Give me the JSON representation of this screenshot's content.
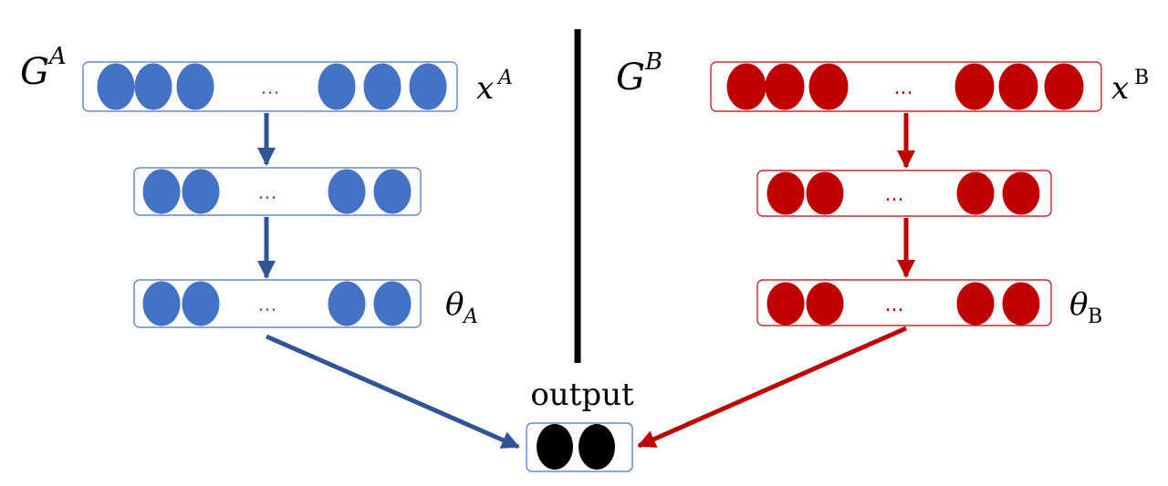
{
  "graph_a": {
    "label": "G",
    "label_sup": "A",
    "input_label": "x",
    "input_sup": "A",
    "param_label": "θ",
    "param_sub": "A",
    "ellipsis": "...",
    "color": "#4472c4",
    "arrow_color": "#2f5597"
  },
  "graph_b": {
    "label": "G",
    "label_sup": "B",
    "input_label": "x",
    "input_sup": "B",
    "param_label": "θ",
    "param_sub": "B",
    "ellipsis": "...",
    "color": "#c00000",
    "arrow_color": "#c00000"
  },
  "output": {
    "label": "output",
    "color": "#000000"
  }
}
